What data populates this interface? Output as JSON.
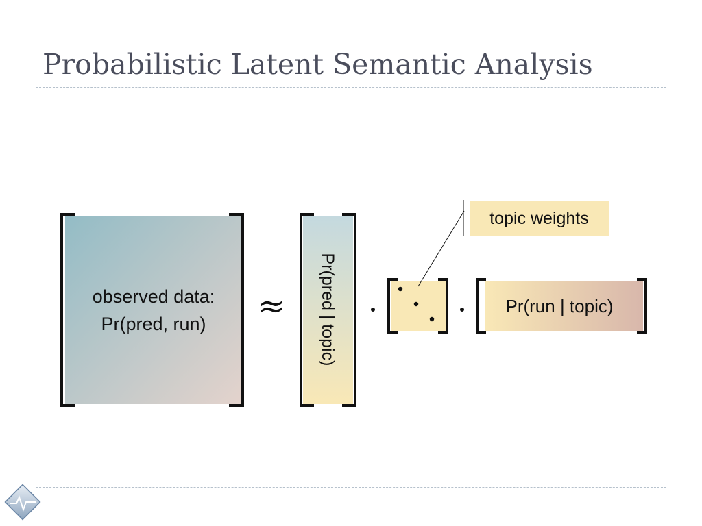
{
  "slide": {
    "title": "Probabilistic Latent Semantic Analysis"
  },
  "diagram": {
    "observed_line1": "observed data:",
    "observed_line2": "Pr(pred, run)",
    "approx_symbol": "≈",
    "pred_topic": "Pr(pred | topic)",
    "dot_operator": "·",
    "topic_weights": "topic weights",
    "run_topic": "Pr(run | topic)"
  },
  "colors": {
    "blue": "#93bcc6",
    "rose": "#e4d3cc",
    "cream": "#f9e8b6",
    "tan": "#d8b7ab",
    "title": "#4a4d5c"
  },
  "icons": {
    "logo": "diamond-pulse-icon"
  }
}
